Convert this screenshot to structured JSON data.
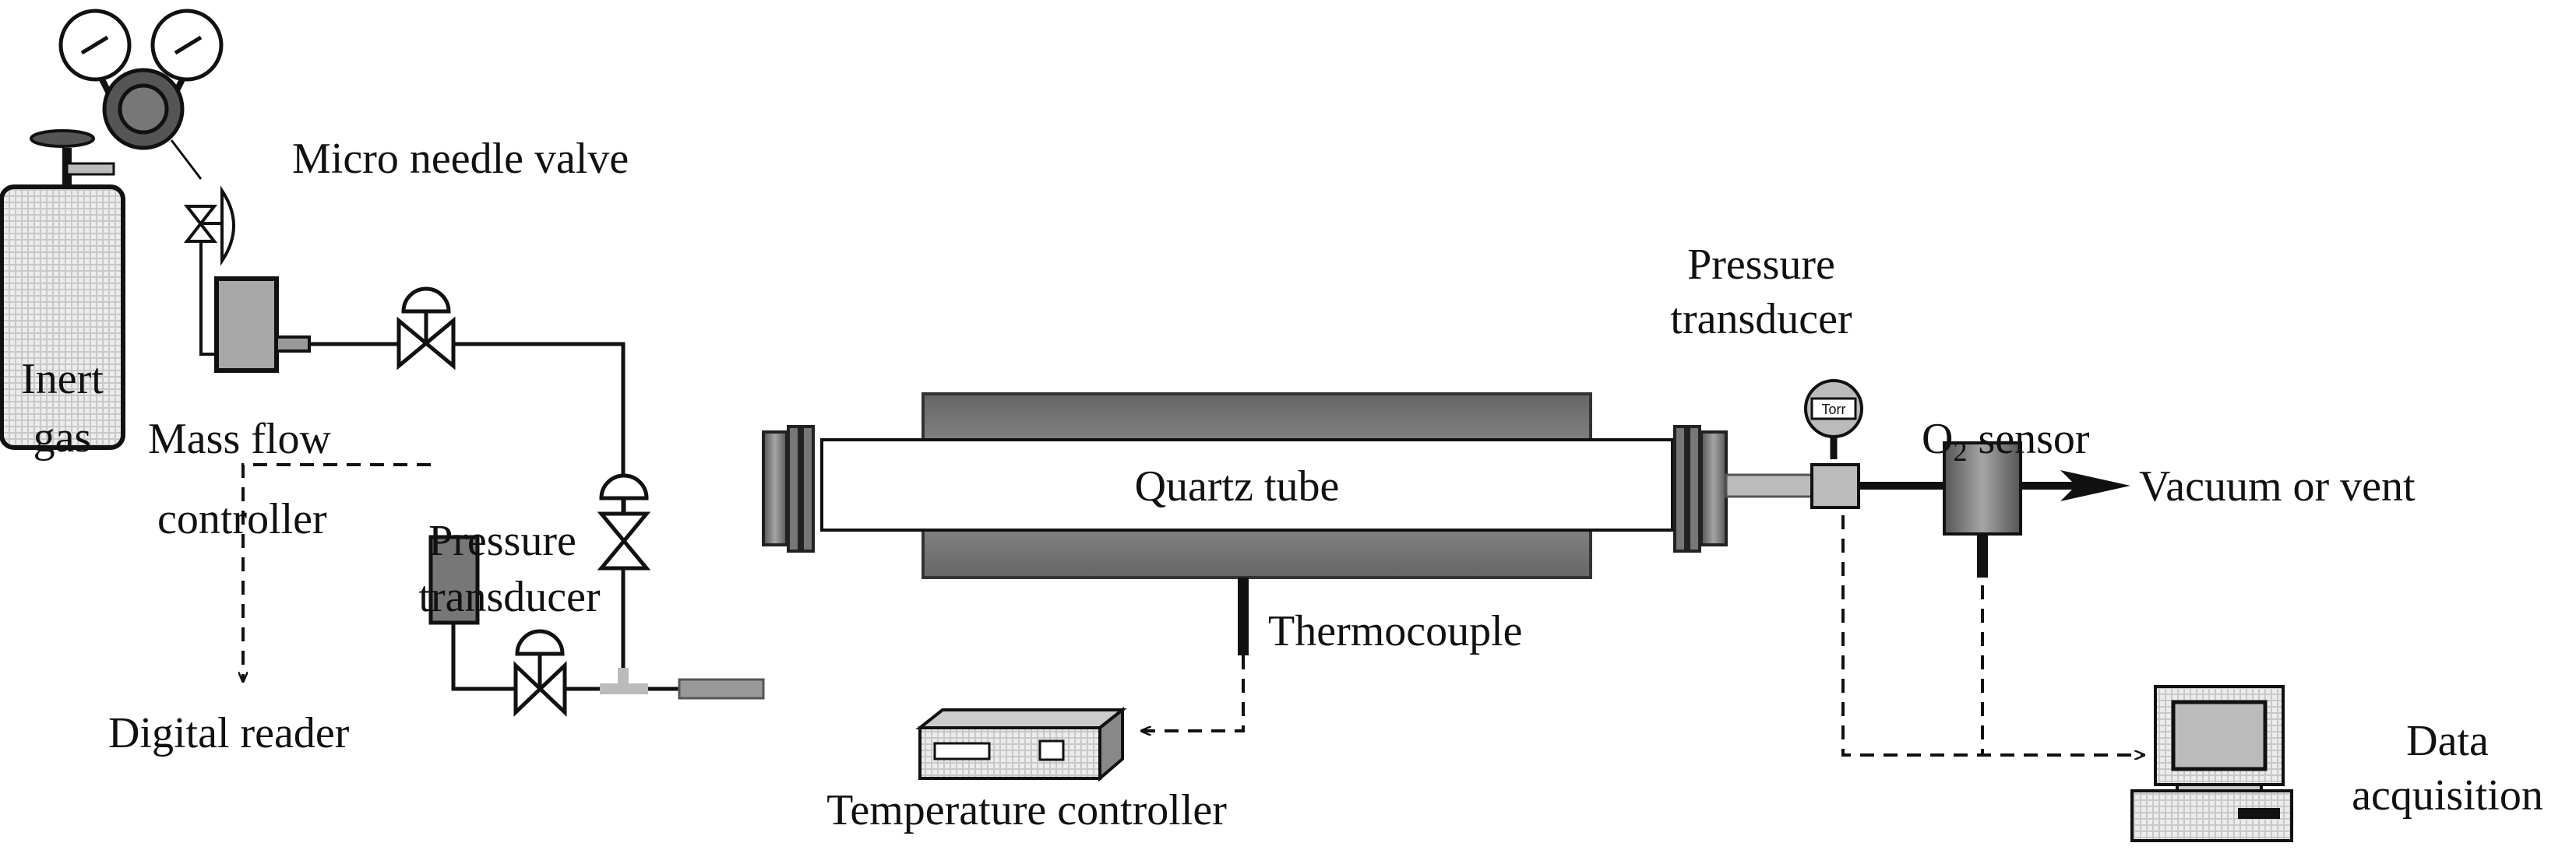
{
  "labels": {
    "inert_gas_line1": "Inert",
    "inert_gas_line2": "gas",
    "micro_needle_valve": "Micro needle valve",
    "mass_flow_line1": "Mass flow",
    "mass_flow_line2": "controller",
    "pressure_transducer_left_line1": "Pressure",
    "pressure_transducer_left_line2": "transducer",
    "quartz_tube": "Quartz tube",
    "thermocouple": "Thermocouple",
    "digital_reader": "Digital reader",
    "temperature_controller": "Temperature controller",
    "pressure_transducer_right_line1": "Pressure",
    "pressure_transducer_right_line2": "transducer",
    "o2_sensor_o": "O",
    "o2_sensor_sub": "2",
    "o2_sensor_rest": " sensor",
    "vacuum_or_vent": "Vacuum or vent",
    "data_acquisition_line1": "Data",
    "data_acquisition_line2": "acquisition",
    "gauge_unit": "Torr"
  },
  "colors": {
    "line": "#111111",
    "gray_fill": "#a9a9a9",
    "light_fill": "#d4d4d4",
    "dark_fill": "#6e6e6e"
  }
}
